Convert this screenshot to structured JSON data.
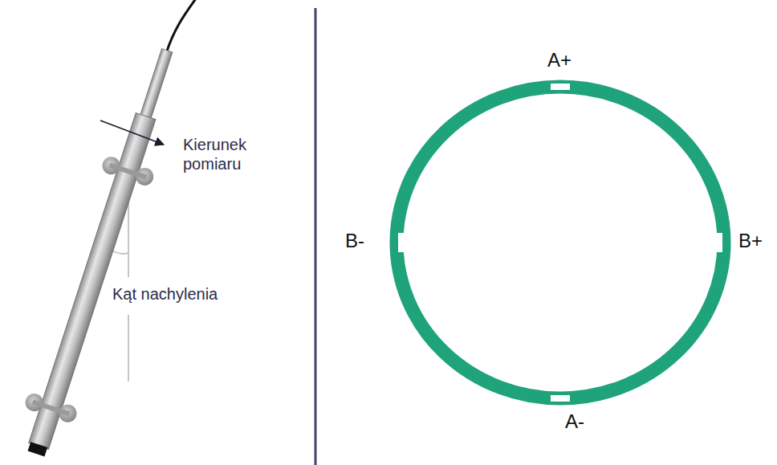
{
  "diagram": {
    "labels": [
      "Kierunek pomiaru",
      "Kąt nachylenia",
      "A+",
      "B-",
      "B+",
      "A-"
    ]
  }
}
